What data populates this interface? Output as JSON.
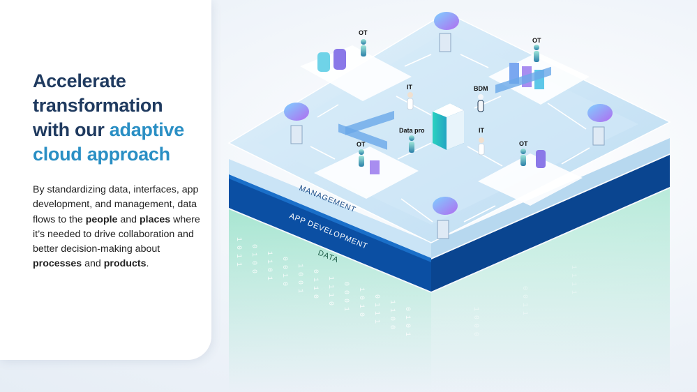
{
  "headline": {
    "line1": "Accelerate",
    "line2": "transformation",
    "line3_prefix": "with our ",
    "line3_accent": "adaptive",
    "line4_accent": "cloud",
    "line4_suffix": " approach"
  },
  "body": {
    "p1": "By standardizing data, interfaces, app development, and management, data flows to the ",
    "b1": "people",
    "p2": " and ",
    "b2": "places",
    "p3": " where it’s needed to drive collaboration and better decision-making about ",
    "b3": "processes",
    "p4": " and ",
    "b4": "products",
    "p5": "."
  },
  "diagram": {
    "layers": [
      "MANAGEMENT",
      "APP DEVELOPMENT",
      "DATA"
    ],
    "roles": {
      "ot_top_left": "OT",
      "ot_top_right": "OT",
      "it_top": "IT",
      "bdm": "BDM",
      "data_pro": "Data pro",
      "it_bottom": "IT",
      "ot_bottom_left": "OT",
      "ot_bottom_right": "OT"
    },
    "binary": {
      "b1": "1 0 1 1",
      "b2": "0 1 0 0",
      "b3": "1 1 0 1",
      "b4": "0 0 1 0",
      "b5": "1 0 0 1",
      "b6": "0 1 1 0",
      "b7": "1 1 1 0",
      "b8": "0 0 0 1",
      "b9": "1 0 1 0",
      "b10": "0 1 1 1",
      "b11": "1 1 0 0",
      "b12": "0 1 0 1",
      "b13": "1 0 0 0",
      "b14": "0 0 1 1",
      "b15": "1 1 1 1"
    },
    "colors": {
      "top_plane": "#cfe6f6",
      "band_dark": "#0b4fa3",
      "band_mid": "#1565c0",
      "data_green": "#8fe0c4",
      "headline_blue": "#1f3a5f",
      "accent": "#2a8fc4"
    }
  }
}
